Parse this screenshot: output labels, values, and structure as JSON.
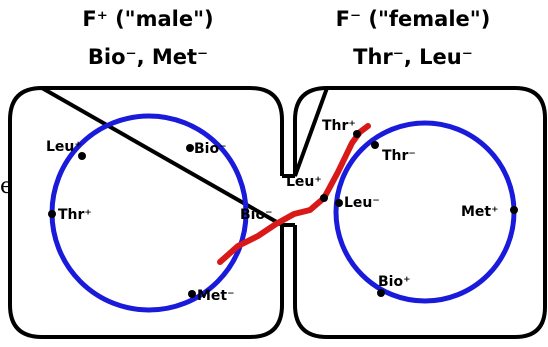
{
  "colors": {
    "chromosome": "#1a1adb",
    "transfer_dna": "#d91818",
    "outline": "#000000"
  },
  "male_cell": {
    "title": "F⁺ (\"male\")",
    "genotype": "Bio⁻, Met⁻",
    "markers": {
      "leu": "Leu⁺",
      "bio": "Bio⁻",
      "thr": "Thr⁺",
      "bio_inner": "Bio⁻",
      "met": "Met⁻"
    }
  },
  "female_cell": {
    "title": "F⁻ (\"female\")",
    "genotype": "Thr⁻, Leu⁻",
    "markers": {
      "thr": "Thr⁻",
      "leu": "Leu⁻",
      "met": "Met⁺",
      "bio": "Bio⁺"
    }
  },
  "transferred": {
    "thr": "Thr⁺",
    "leu": "Leu⁺"
  },
  "edge_char": "e"
}
